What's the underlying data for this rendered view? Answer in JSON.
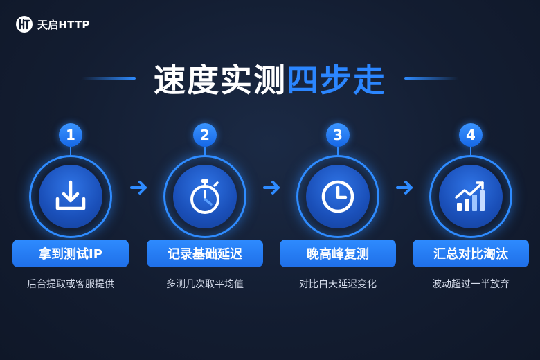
{
  "brand": {
    "name": "天启HTTP",
    "logo_icon": "ht-logo-icon"
  },
  "title": {
    "white_part": "速度实测",
    "blue_part": "四步走"
  },
  "colors": {
    "accent": "#2e8bff",
    "background": "#131d31",
    "text_muted": "#d5dceb"
  },
  "steps": [
    {
      "number": "1",
      "icon": "download-icon",
      "label": "拿到测试IP",
      "description": "后台提取或客服提供"
    },
    {
      "number": "2",
      "icon": "stopwatch-icon",
      "label": "记录基础延迟",
      "description": "多测几次取平均值"
    },
    {
      "number": "3",
      "icon": "clock-icon",
      "label": "晚高峰复测",
      "description": "对比白天延迟变化"
    },
    {
      "number": "4",
      "icon": "bar-chart-trend-icon",
      "label": "汇总对比淘汰",
      "description": "波动超过一半放弃"
    }
  ]
}
